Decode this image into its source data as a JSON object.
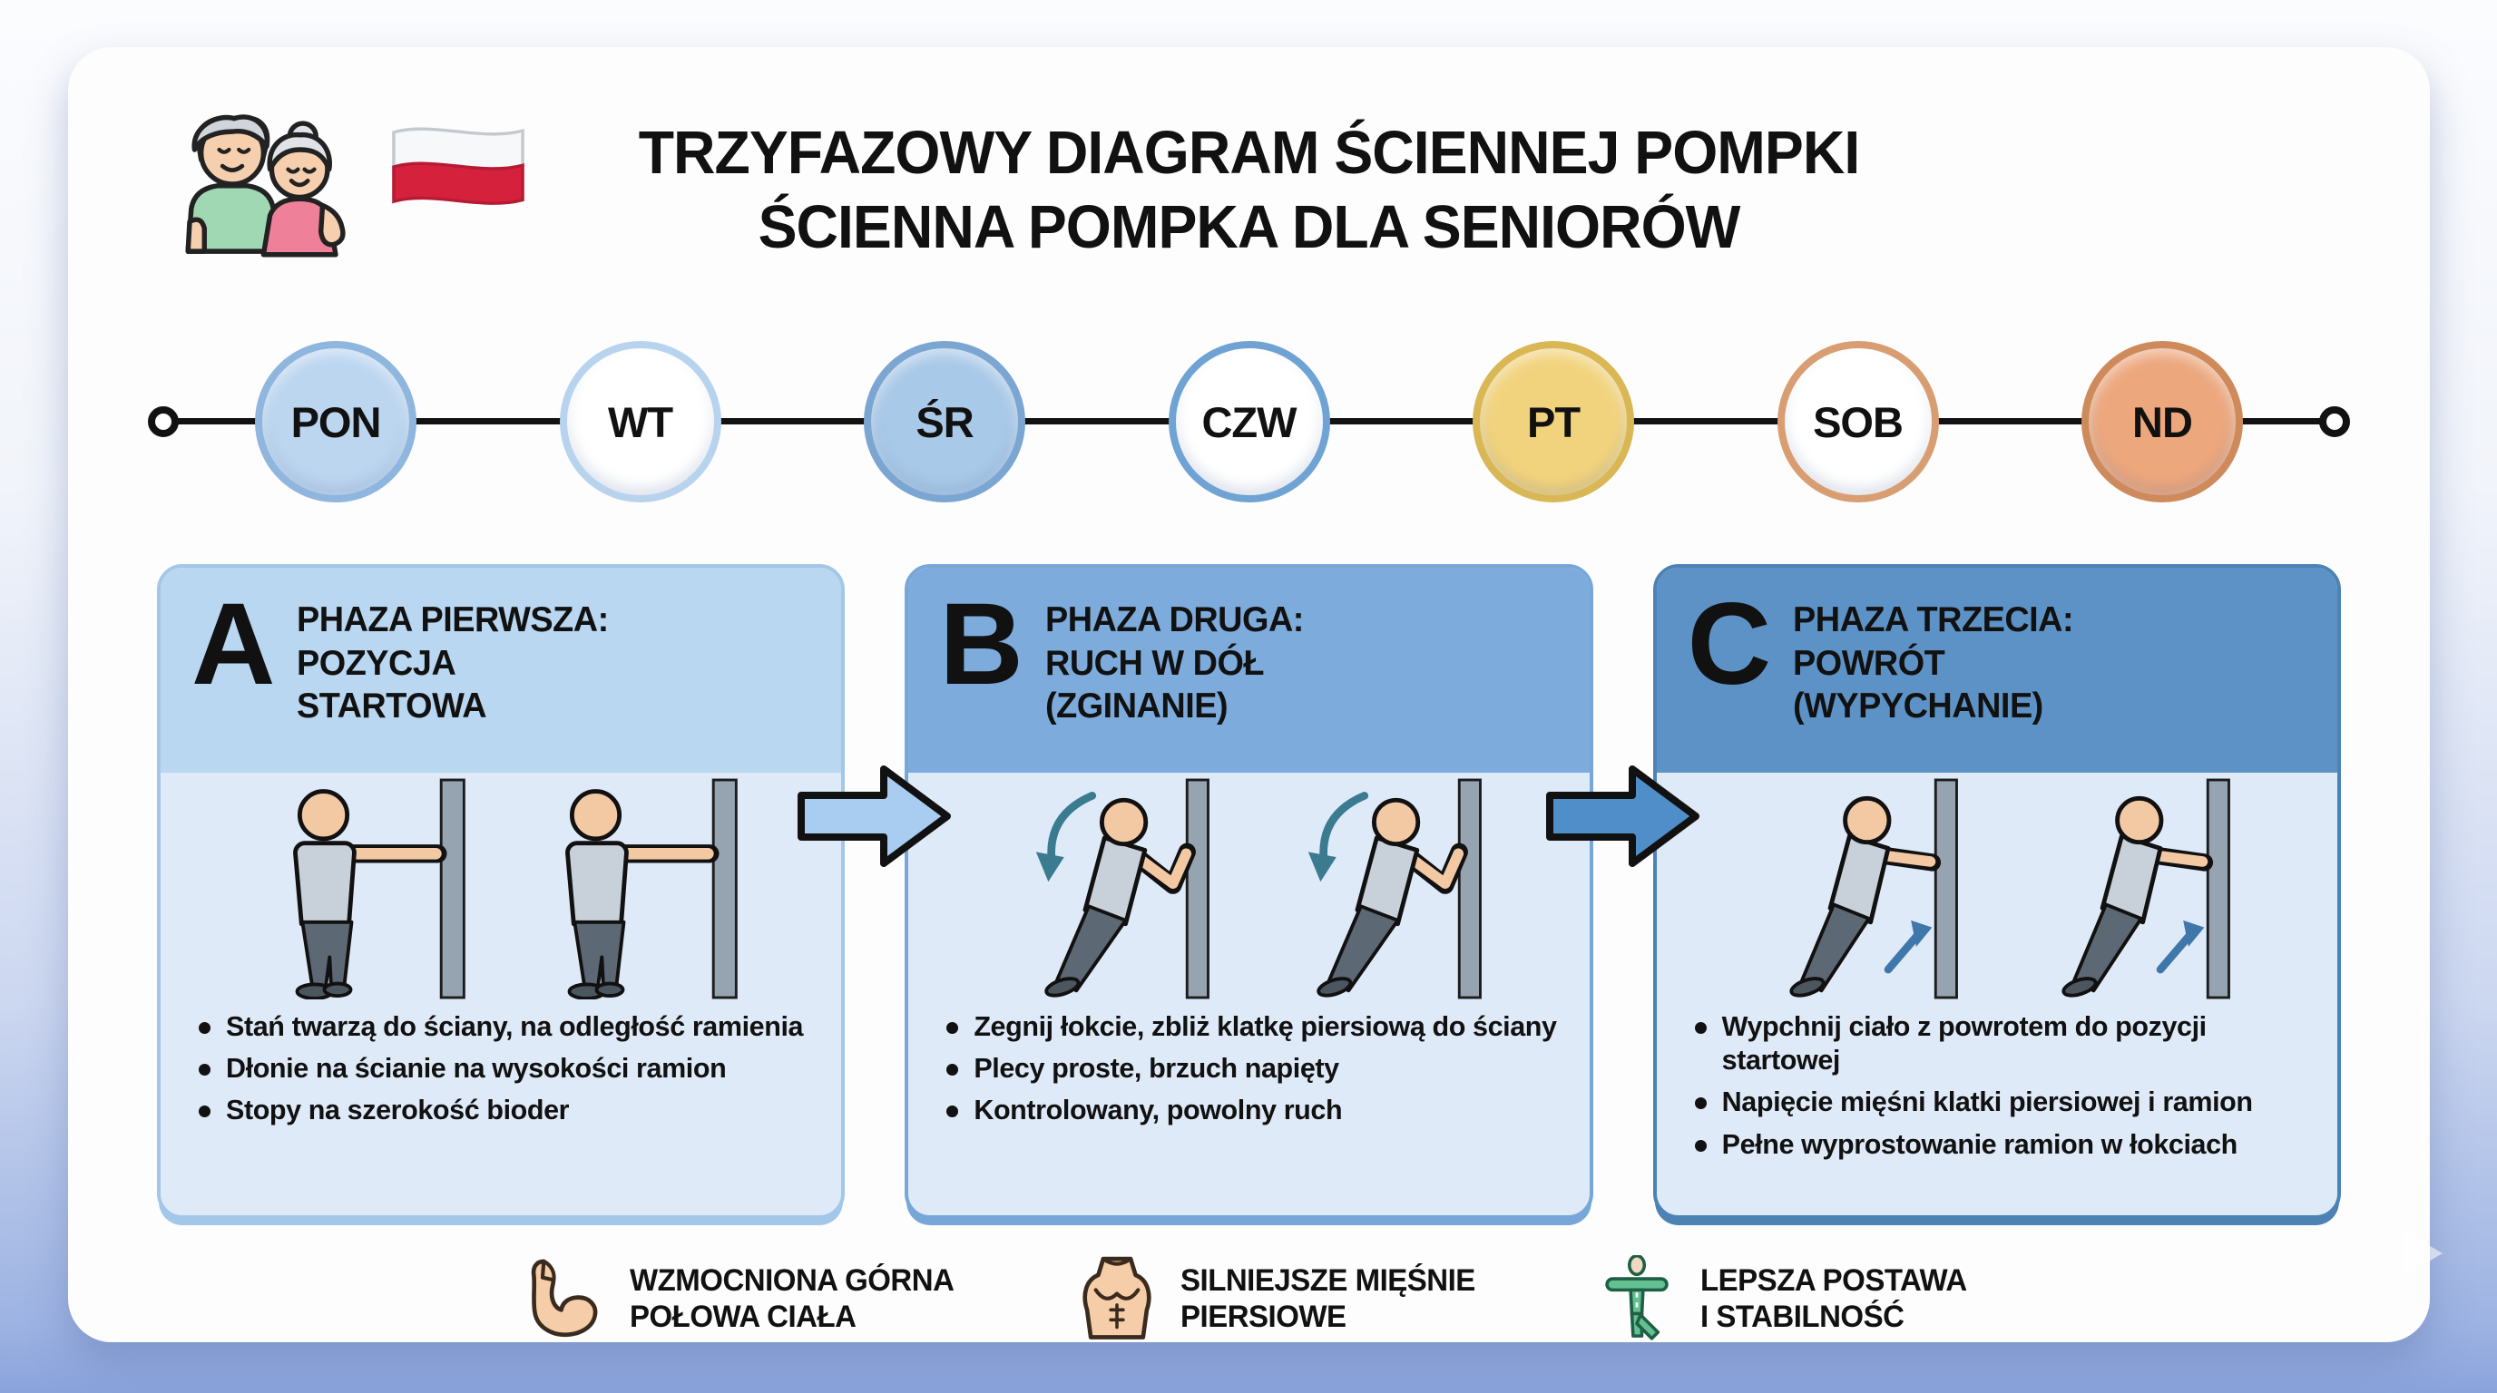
{
  "header": {
    "title_line1": "TRZYFAZOWY DIAGRAM ŚCIENNEJ POMPKI",
    "title_line2": "ŚCIENNA POMPKA DLA SENIORÓW",
    "flag": "poland-flag",
    "couple": "senior-couple"
  },
  "week_timeline": {
    "days": [
      {
        "label": "PON",
        "fill": "#bcd6f0",
        "border": "#8fb6de"
      },
      {
        "label": "WT",
        "fill": "#ffffff",
        "border": "#b7d3ee"
      },
      {
        "label": "ŚR",
        "fill": "#a9c9e8",
        "border": "#7ba6d2"
      },
      {
        "label": "CZW",
        "fill": "#ffffff",
        "border": "#6fa3d4"
      },
      {
        "label": "PT",
        "fill": "#f2d37d",
        "border": "#d9b755"
      },
      {
        "label": "SOB",
        "fill": "#ffffff",
        "border": "#d99d72"
      },
      {
        "label": "ND",
        "fill": "#eca77d",
        "border": "#cf8a5c"
      }
    ]
  },
  "phases": [
    {
      "letter": "A",
      "title_lines": [
        "PHAZA PIERWSZA:",
        "POZYCJA",
        "STARTOWA"
      ],
      "bullets": [
        "Stań twarzą do ściany, na odległość ramienia",
        "Dłonie na ścianie na wysokości ramion",
        "Stopy na szerokość bioder"
      ],
      "header_color": "#b9d7f1",
      "body_color": "#dfeaf8",
      "border_color": "#a3c7e8"
    },
    {
      "letter": "B",
      "title_lines": [
        "PHAZA DRUGA:",
        "RUCH W DÓŁ",
        "(ZGINANIE)"
      ],
      "bullets": [
        "Zegnij łokcie, zbliż klatkę piersiową do ściany",
        "Plecy proste, brzuch napięty",
        "Kontrolowany, powolny ruch"
      ],
      "header_color": "#7cabdc",
      "body_color": "#dfeaf8",
      "border_color": "#76a7d8"
    },
    {
      "letter": "C",
      "title_lines": [
        "PHAZA TRZECIA:",
        "POWRÓT",
        "(WYPYCHANIE)"
      ],
      "bullets": [
        "Wypchnij ciało z powrotem do pozycji startowej",
        "Napięcie mięśni klatki piersiowej i ramion",
        "Pełne wyprostowanie ramion w łokciach"
      ],
      "header_color": "#5d92c6",
      "body_color": "#dfeaf8",
      "border_color": "#4d82b4"
    }
  ],
  "arrows": [
    {
      "fill": "#a9cdf0"
    },
    {
      "fill": "#4f8ec9"
    }
  ],
  "benefits": [
    {
      "icon": "flexed-biceps-icon",
      "label_line1": "WZMOCNIONA GÓRNA",
      "label_line2": "POŁOWA CIAŁA"
    },
    {
      "icon": "chest-muscles-icon",
      "label_line1": "SILNIEJSZE MIĘŚNIE",
      "label_line2": "PIERSIOWE"
    },
    {
      "icon": "posture-figure-icon",
      "label_line1": "LEPSZA POSTAWA",
      "label_line2": "I STABILNOŚĆ"
    }
  ],
  "colors": {
    "timeline_line": "#121212",
    "wall": "#96a3b0",
    "skin": "#f3c9a4",
    "shirt": "#c8d0d9",
    "pants": "#5c6873",
    "teal_motion_arrow": "#3a7b90",
    "blue_motion_arrow": "#3f77ab",
    "flag_red": "#d6213d",
    "posture_green": "#62c092"
  }
}
